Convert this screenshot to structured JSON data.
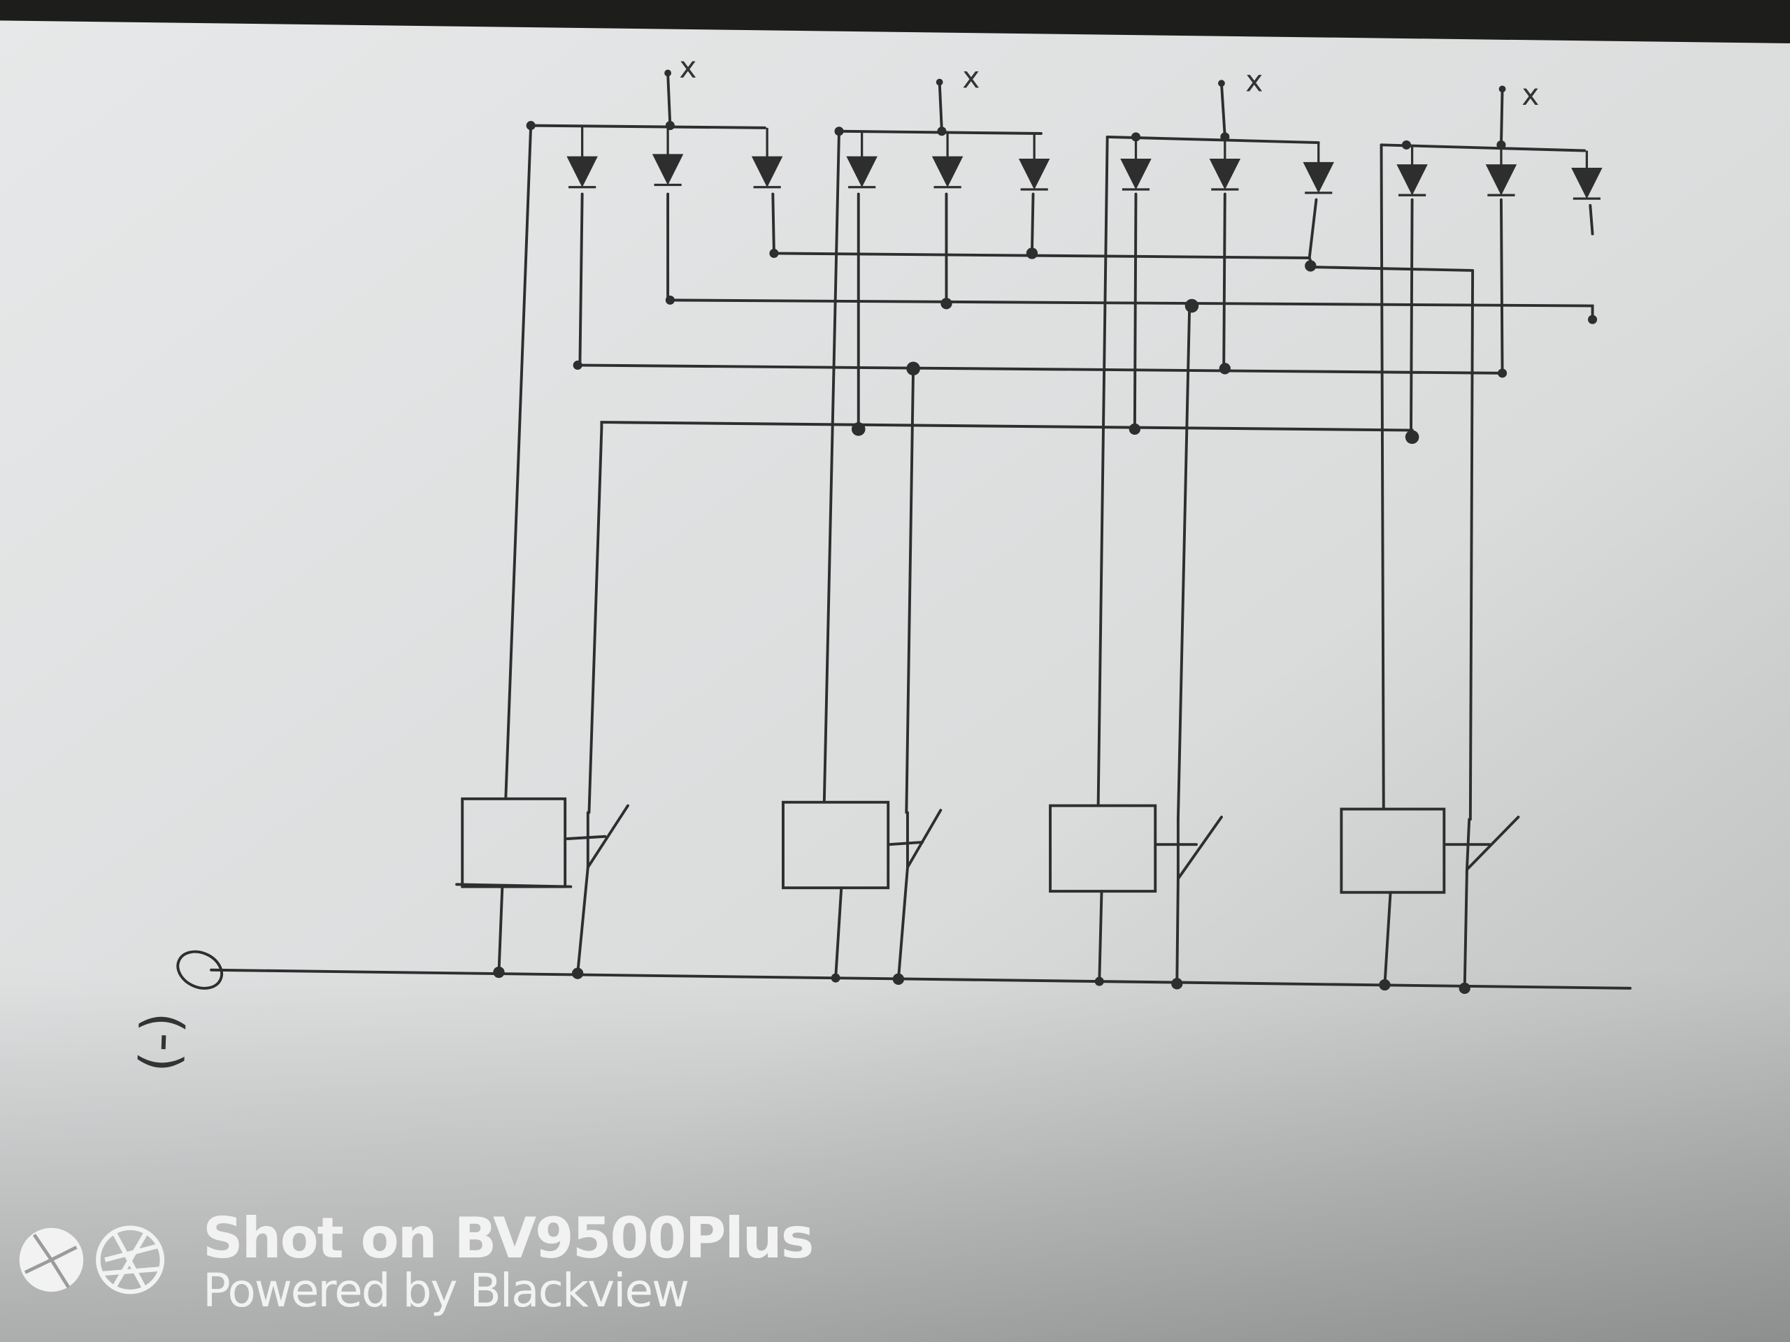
{
  "diagram": {
    "output_marks": [
      "x",
      "x",
      "x",
      "x"
    ],
    "terminal_label": "(-)",
    "relay_count": 4,
    "diodes_per_group": 3
  },
  "watermark": {
    "line1": "Shot on BV9500Plus",
    "line2": "Powered by Blackview"
  },
  "colors": {
    "paper": "#dfe1e0",
    "ink": "#2e2e2e",
    "background": "#1d1d1b",
    "watermark": "#f2f2f2"
  }
}
